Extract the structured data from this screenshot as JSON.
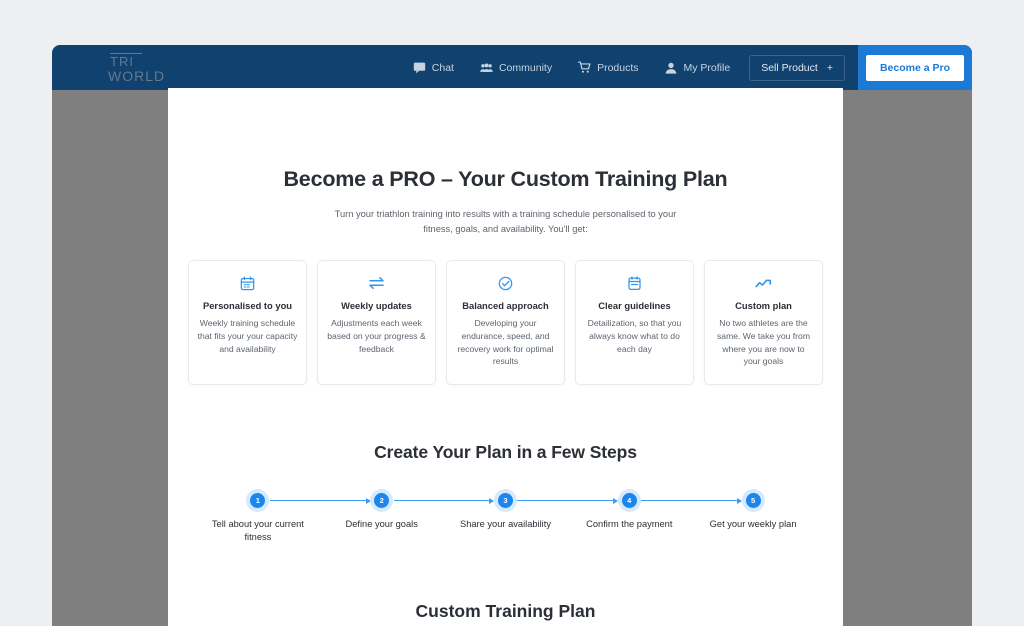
{
  "nav": {
    "logo_line1": "TRI",
    "logo_line2": "WORLD",
    "links": [
      {
        "label": "Chat",
        "icon": "chat-icon"
      },
      {
        "label": "Community",
        "icon": "community-icon"
      },
      {
        "label": "Products",
        "icon": "cart-icon"
      },
      {
        "label": "My Profile",
        "icon": "person-icon"
      }
    ],
    "sell_product_label": "Sell Product",
    "sell_product_plus": "+",
    "become_pro_label": "Become a Pro",
    "accent_blue": "#1a7ad6",
    "nav_background": "#10416f"
  },
  "modal": {
    "title": "Become a PRO – Your Custom Training Plan",
    "subtitle": "Turn your triathlon training into results with a training schedule personalised to your fitness, goals, and availability. You'll get:",
    "features": [
      {
        "icon": "calendar-icon",
        "title": "Personalised to you",
        "desc": "Weekly training schedule that fits your your capacity and availability"
      },
      {
        "icon": "exchange-arrows-icon",
        "title": "Weekly updates",
        "desc": "Adjustments each week based on your progress & feedback"
      },
      {
        "icon": "check-circle-icon",
        "title": "Balanced approach",
        "desc": "Developing your endurance, speed, and recovery work for optimal results"
      },
      {
        "icon": "clipboard-icon",
        "title": "Clear guidelines",
        "desc": "Detailization, so that you always know what to do each day"
      },
      {
        "icon": "trending-up-icon",
        "title": "Custom plan",
        "desc": "No two athletes are the same. We take you from where you are now to your goals"
      }
    ],
    "steps_title": "Create Your Plan in a Few Steps",
    "steps": [
      {
        "number": "1",
        "label": "Tell about your current fitness"
      },
      {
        "number": "2",
        "label": "Define your goals"
      },
      {
        "number": "3",
        "label": "Share your availability"
      },
      {
        "number": "4",
        "label": "Confirm the payment"
      },
      {
        "number": "5",
        "label": "Get your weekly plan"
      }
    ],
    "bottom_title": "Custom Training Plan",
    "step_accent": "#1b86ee",
    "icon_accent": "#2f97ef"
  }
}
